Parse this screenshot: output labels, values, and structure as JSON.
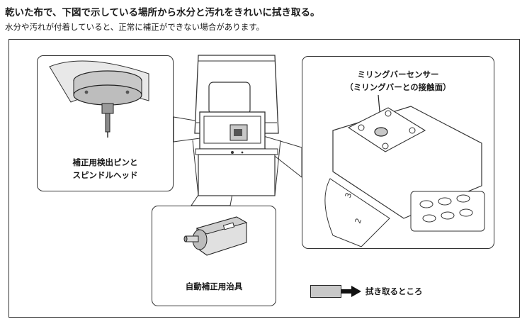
{
  "instruction": {
    "title": "乾いた布で、下図で示している場所から水分と汚れをきれいに拭き取る。",
    "note": "水分や汚れが付着していると、正常に補正ができない場合があります。"
  },
  "callouts": {
    "spindle": {
      "line1": "補正用検出ピンと",
      "line2": "スピンドルヘッド"
    },
    "jig": {
      "label": "自動補正用治具"
    },
    "sensor": {
      "line1": "ミリングバーセンサー",
      "line2": "（ミリングバーとの接触面）"
    }
  },
  "legend": {
    "label": "拭き取るところ",
    "swatch_color": "#c8c8c8"
  }
}
